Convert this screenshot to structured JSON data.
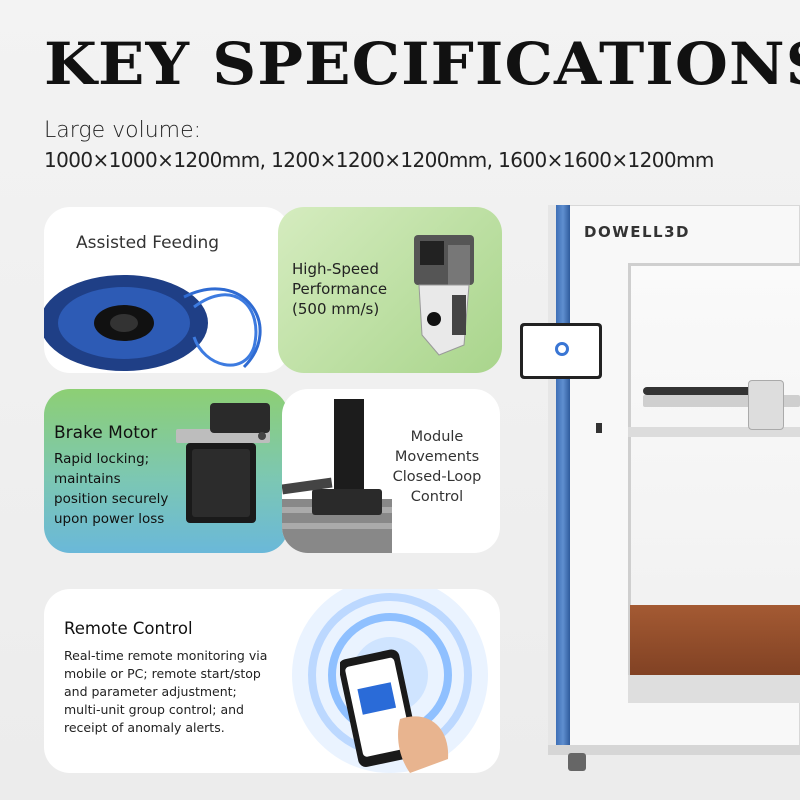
{
  "header": {
    "title": "KEY SPECIFICATIONS",
    "volume_label": "Large volume:",
    "volume_sizes": "1000×1000×1200mm, 1200×1200×1200mm, 1600×1600×1200mm"
  },
  "features": {
    "feeding": {
      "title": "Assisted Feeding"
    },
    "speed": {
      "title_line1": "High-Speed",
      "title_line2": "Performance",
      "title_line3": "(500 mm/s)"
    },
    "brake": {
      "title": "Brake Motor",
      "desc_line1": "Rapid locking;",
      "desc_line2": "maintains",
      "desc_line3": "position securely",
      "desc_line4": "upon power loss"
    },
    "module": {
      "line1": "Module",
      "line2": "Movements",
      "line3": "Closed-Loop",
      "line4": "Control"
    },
    "remote": {
      "title": "Remote Control",
      "desc_line1": "Real-time remote monitoring via",
      "desc_line2": "mobile or PC; remote start/stop",
      "desc_line3": "and parameter adjustment;",
      "desc_line4": "multi-unit group control; and",
      "desc_line5": "receipt of anomaly alerts."
    }
  },
  "printer": {
    "brand": "DOWELL3D"
  },
  "colors": {
    "accent_blue": "#3e6fb6",
    "green": "#a9d58c",
    "bed": "#8d4a28"
  },
  "icons": [
    "filament-spool-icon",
    "print-head-icon",
    "stepper-motor-icon",
    "linear-module-icon",
    "smartphone-icon",
    "wifi-waves-icon"
  ]
}
